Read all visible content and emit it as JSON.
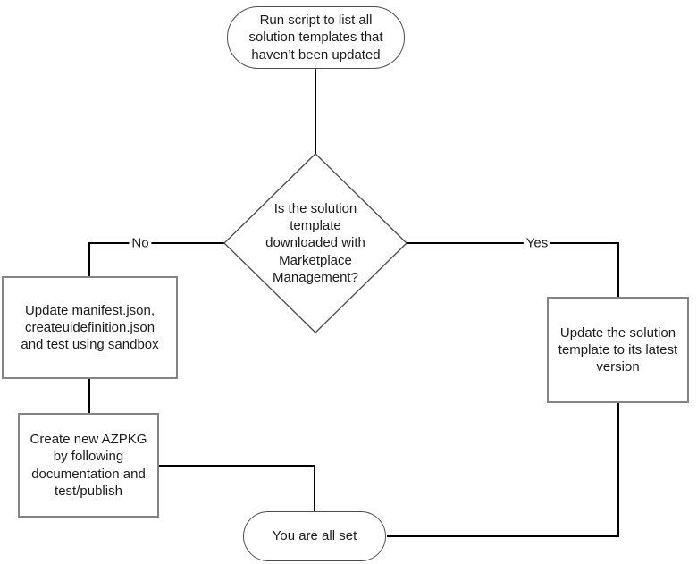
{
  "flowchart": {
    "start": "Run script to list all solution templates that haven’t been updated",
    "decision": "Is the solution template downloaded with Marketplace Management?",
    "branch_no": "No",
    "branch_yes": "Yes",
    "update_manifest": "Update manifest.json, createuidefinition.json and test using sandbox",
    "create_azpkg": "Create new AZPKG by following documentation and test/publish",
    "update_template": "Update the solution template to its latest version",
    "end": "You are all set"
  },
  "colors": {
    "background": "#ffffff",
    "connector": "#000000",
    "terminator_border": "#4f4f4f",
    "process_border": "#848484",
    "text": "#1c1c1c"
  }
}
